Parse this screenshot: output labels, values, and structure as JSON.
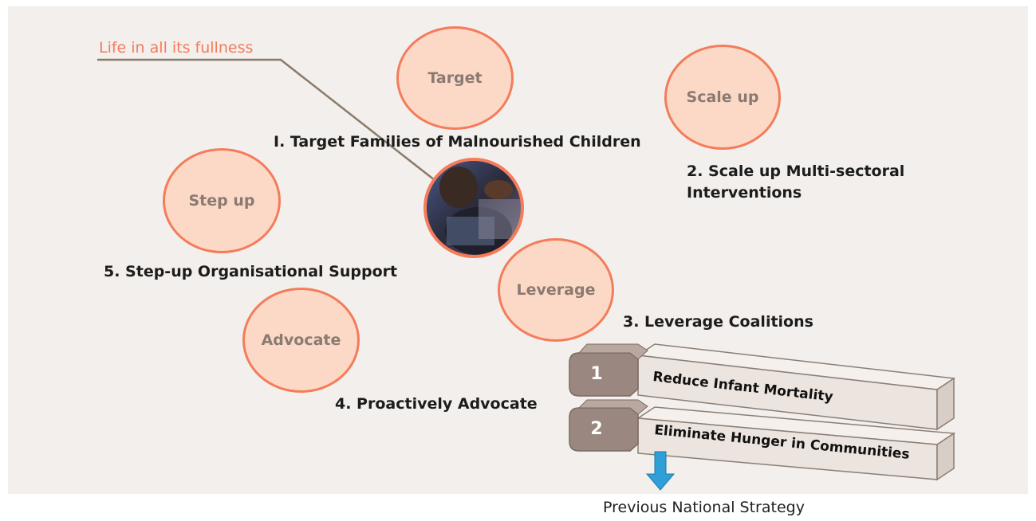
{
  "tagline": "Life in all its fullness",
  "pillars": [
    {
      "keyword": "Target",
      "statement": "I. Target Families of Malnourished Children"
    },
    {
      "keyword": "Scale up",
      "statement_line1": "2. Scale up Multi-sectoral",
      "statement_line2": "Interventions"
    },
    {
      "keyword": "Leverage",
      "statement": "3. Leverage Coalitions"
    },
    {
      "keyword": "Advocate",
      "statement": "4. Proactively Advocate"
    },
    {
      "keyword": "Step up",
      "statement": "5. Step-up Organisational Support"
    }
  ],
  "goals": [
    {
      "number": "1",
      "text": "Reduce Infant Mortality"
    },
    {
      "number": "2",
      "text": "Eliminate Hunger in Communities"
    }
  ],
  "footer": "Previous National Strategy",
  "colors": {
    "accent": "#f47c5a",
    "circle_fill": "#fcd9c6",
    "arrow": "#2f9fd8",
    "block": "#ece4de",
    "badge": "#9a8880"
  }
}
